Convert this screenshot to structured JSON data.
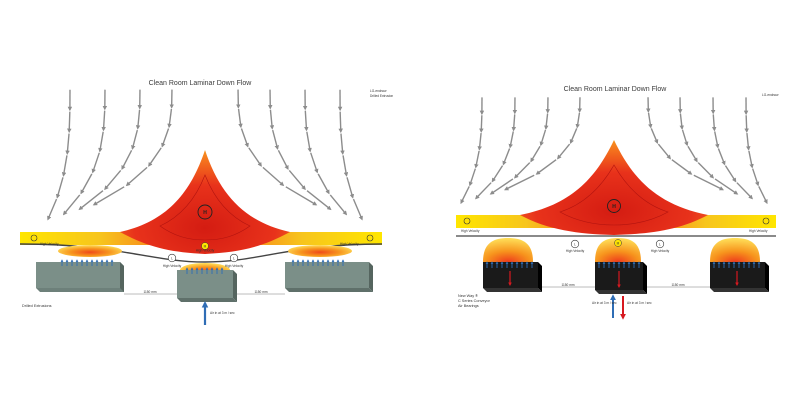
{
  "colors": {
    "arrow": "#8c8c8c",
    "hot": "#e52a1a",
    "warm": "#f7941d",
    "cool": "#ffe600",
    "block_left": "#7b8f88",
    "block_right": "#1a1a1a",
    "up_arrow_blue": "#2f6db5",
    "down_arrow_red": "#d71920"
  },
  "left": {
    "title": "Clean Room Laminar Down Flow",
    "note_line1": "LG-endnow",
    "note_line2": "Drilled Extrusion",
    "badge_high": "H",
    "badge_low": "L",
    "badge_medium": "M",
    "label_high_velocity_left": "High Velocity",
    "label_high_velocity_right": "High Velocity",
    "label_center_velocity": "High Velocity",
    "label_low_left": "High Velocity",
    "label_low_right": "High Velocity",
    "dim_left": "1150 mm",
    "dim_right": "1150 mm",
    "inlet_label": "Air in at 3 m / sec",
    "footer": "Drilled Extrusions"
  },
  "right": {
    "title": "Clean Room Laminar Down Flow",
    "note_line1": "LG-endnow",
    "badge_high": "H",
    "badge_low": "L",
    "badge_medium": "M",
    "label_low_left": "High Velocity",
    "label_low_right": "High Velocity",
    "label_bar_left": "High Velocity",
    "label_bar_right": "High Velocity",
    "dim_left": "1150 mm",
    "dim_right": "1150 mm",
    "inlet_label_1": "Air in at 3 m / sec",
    "inlet_label_2": "Air in at 3 m / sec",
    "footer_line1": "New Way ®",
    "footer_line2": "C Series Conveyor",
    "footer_line3": "Air Bearings"
  }
}
